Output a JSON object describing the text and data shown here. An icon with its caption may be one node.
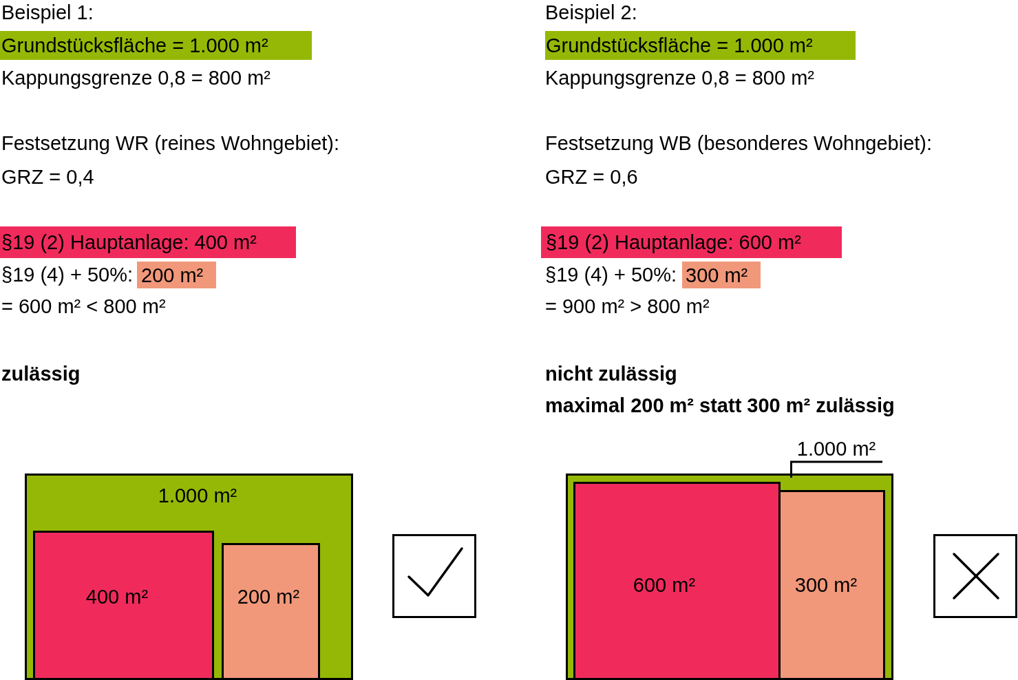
{
  "diagram": {
    "nodes": [
      {
        "text": [
          "Grundstücksfläche = 1.000 m²"
        ]
      },
      {
        "text": [
          "§19 (2) Hauptanlage: 400 m²"
        ]
      },
      {
        "text": [
          "200 m²"
        ]
      },
      {
        "text": [
          "1.000 m²"
        ]
      },
      {
        "text": [
          "400 m²"
        ],
        "in": 3
      },
      {
        "text": [
          "200 m²"
        ],
        "in": 3
      },
      {
        "text": [
          "Grundstücksfläche = 1.000 m²"
        ]
      },
      {
        "text": [
          "§19 (2) Hauptanlage: 600 m²"
        ]
      },
      {
        "text": [
          "300 m²"
        ]
      },
      {
        "text": [
          "1.000 m²"
        ]
      },
      {
        "text": [],
        "shape": "box"
      },
      {
        "text": [
          "600 m²"
        ],
        "in": 10
      },
      {
        "text": [
          "300 m²"
        ],
        "in": 10
      }
    ],
    "edges": [
      {
        "from": 9,
        "to": 10,
        "arrow": "none"
      }
    ],
    "labels": [
      "Beispiel 1:",
      "Kappungsgrenze 0,8 = 800 m²",
      "Festsetzung WR (reines Wohngebiet):",
      "GRZ = 0,4",
      "§19 (4) + 50%:",
      "= 600 m² < 800 m²",
      "zulässig",
      "Beispiel 2:",
      "Kappungsgrenze 0,8 = 800 m²",
      "Festsetzung WB (besonderes Wohngebiet):",
      "GRZ = 0,6",
      "§19 (4) + 50%:",
      "= 900 m² > 800 m²",
      "nicht zulässig",
      "maximal 200 m² statt 300 m² zulässig"
    ]
  }
}
